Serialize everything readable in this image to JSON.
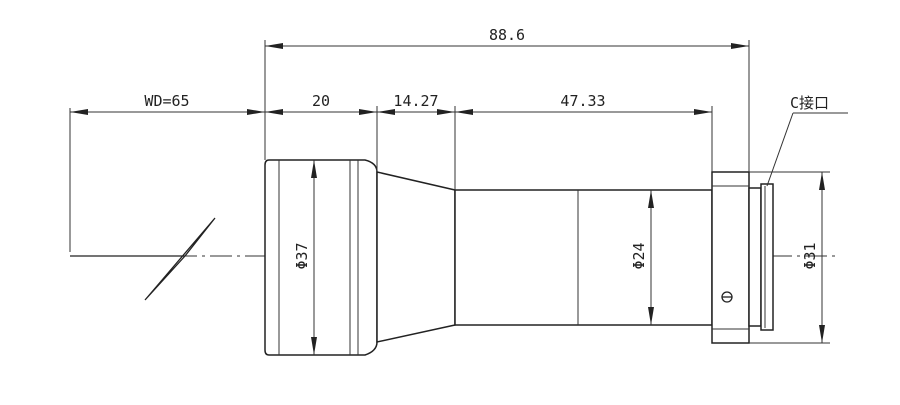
{
  "dimensions": {
    "overall_length": "88.6",
    "working_distance": "WD=65",
    "front_section": "20",
    "taper_section": "14.27",
    "rear_section": "47.33",
    "front_diameter": "Φ37",
    "barrel_diameter": "Φ24",
    "mount_diameter": "Φ31"
  },
  "callouts": {
    "mount_label": "C接口"
  },
  "icons": {
    "screw": "screw-head-icon"
  }
}
